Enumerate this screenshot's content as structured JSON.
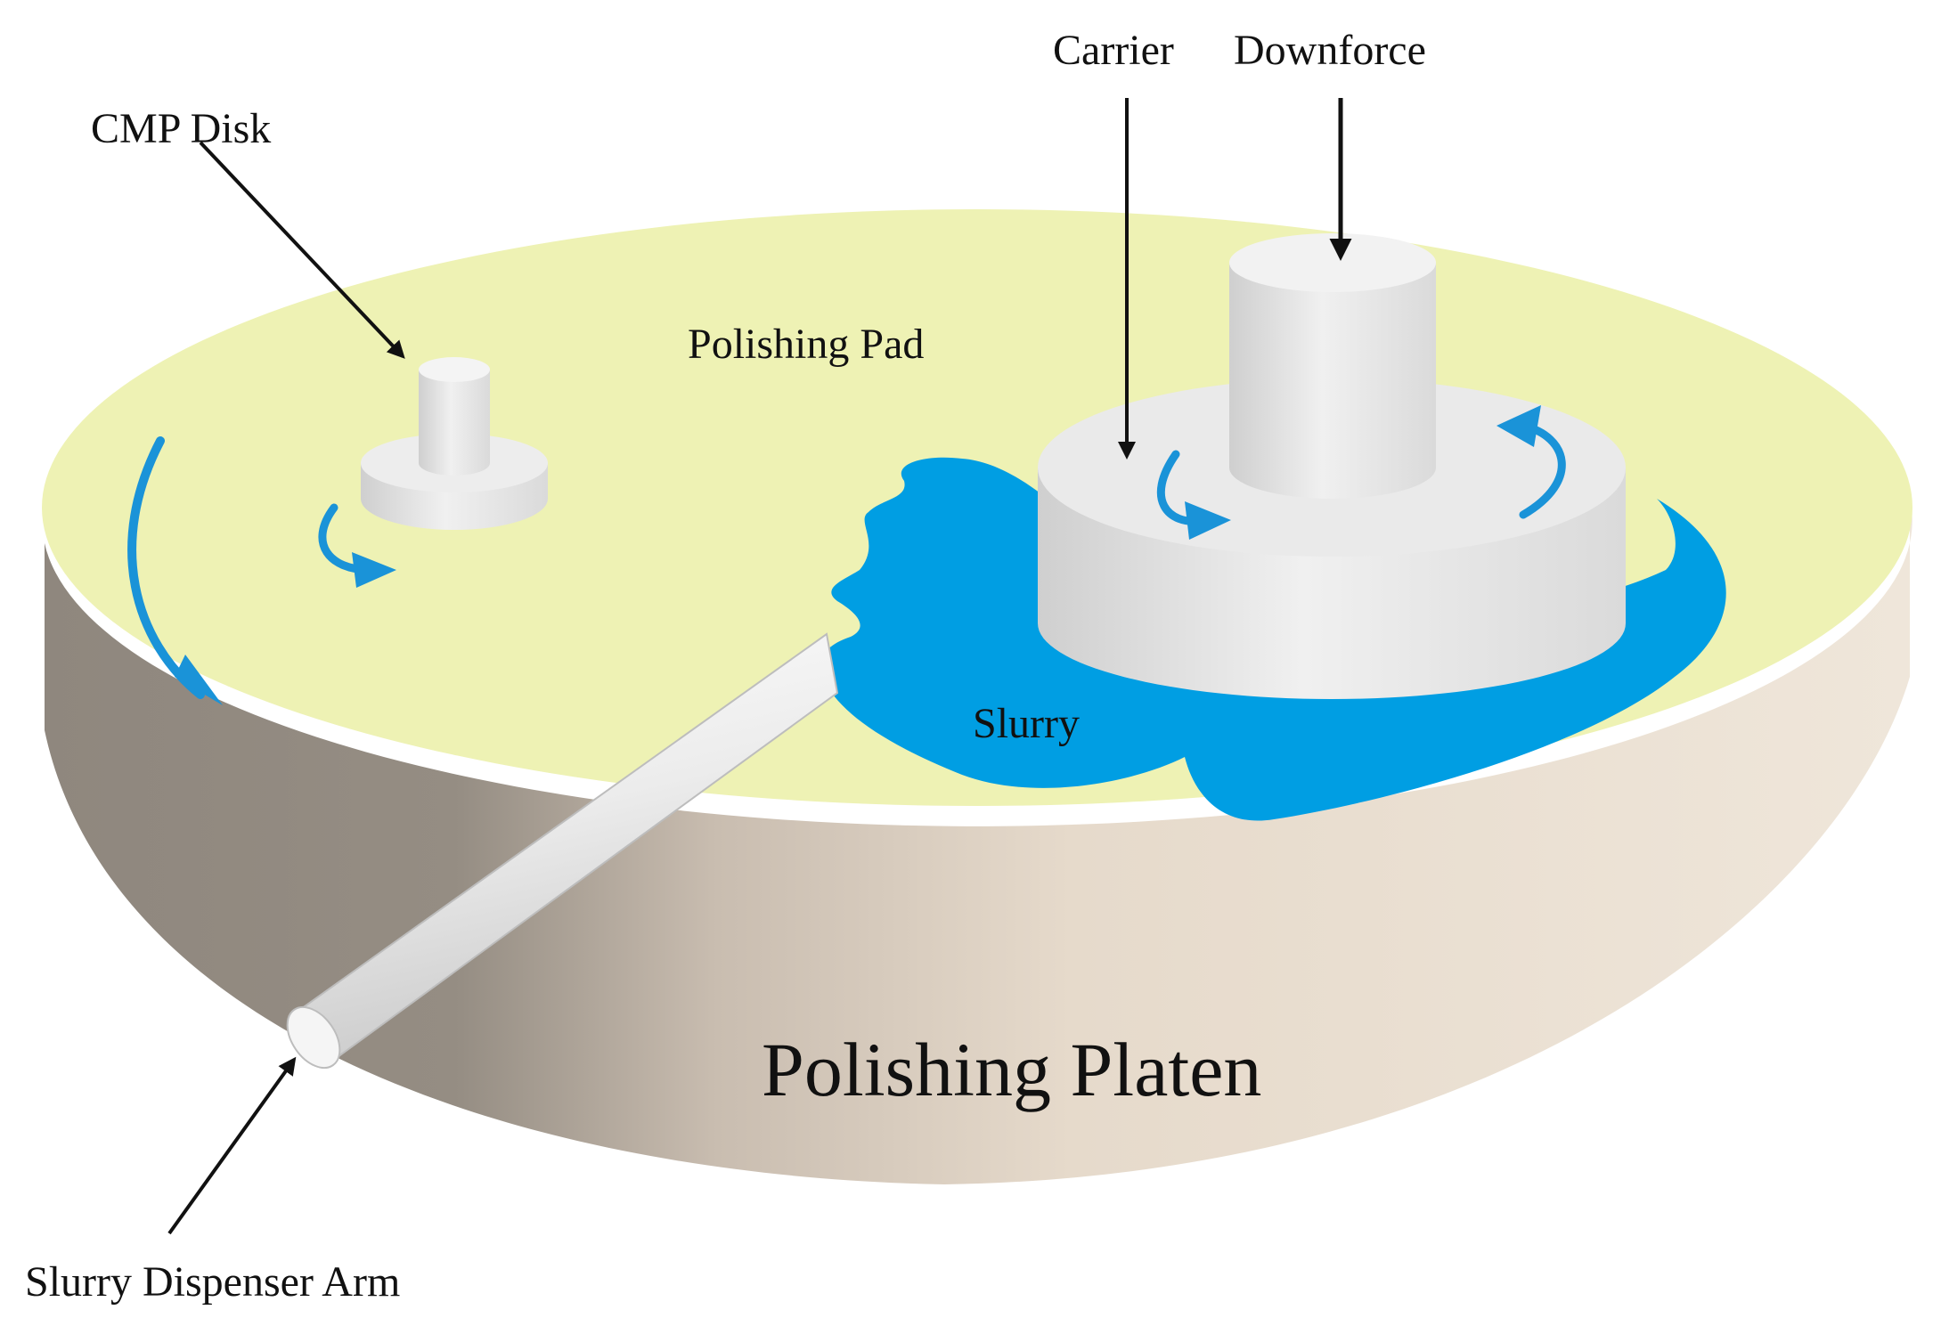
{
  "labels": {
    "cmp_disk": "CMP Disk",
    "carrier": "Carrier",
    "downforce": "Downforce",
    "polishing_pad": "Polishing Pad",
    "slurry": "Slurry",
    "polishing_platen": "Polishing Platen",
    "slurry_dispenser_arm": "Slurry Dispenser Arm"
  },
  "colors": {
    "pad": "#eef2b4",
    "slurry": "#009ee3",
    "rotation_arrow": "#1a93d8",
    "platen_side_dark": "#8f877e",
    "platen_side_light": "#eee5d9",
    "hardware": "#e2e2e2",
    "pointer": "#111111"
  }
}
